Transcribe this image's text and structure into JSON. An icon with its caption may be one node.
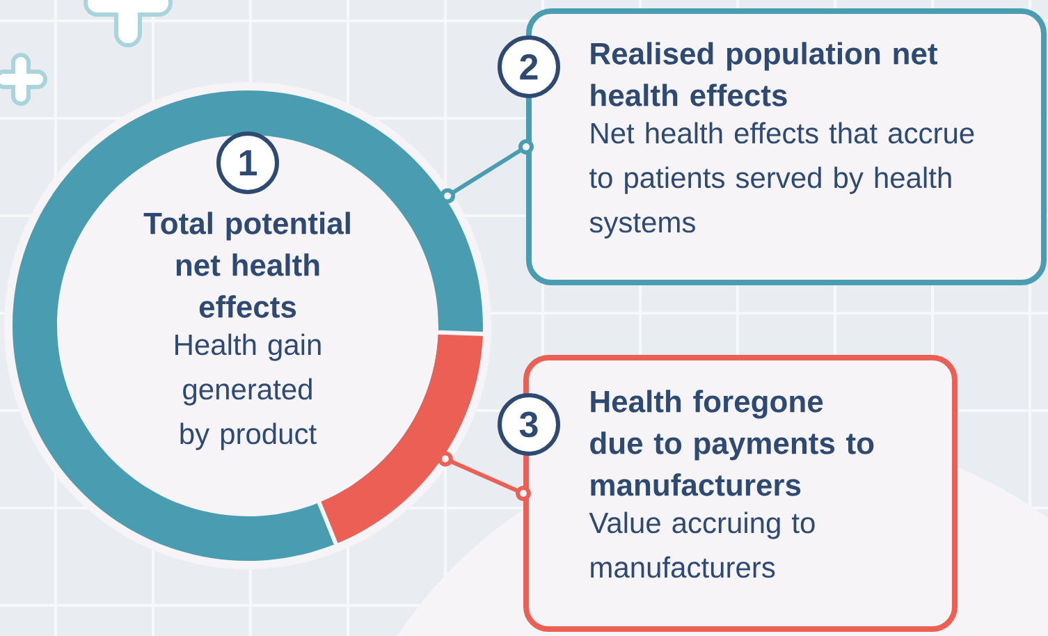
{
  "diagram": {
    "nodes": [
      {
        "text": [
          "1",
          "Total potential net health effects",
          "Health gain generated by product"
        ]
      },
      {
        "text": [
          "2",
          "Realised population net health effects",
          "Net health effects that accrue to patients served by health systems"
        ]
      },
      {
        "text": [
          "3",
          "Health foregone due to payments to manufacturers",
          "Value accruing to manufacturers"
        ]
      }
    ],
    "edges": [
      {
        "from": 0,
        "to": 1,
        "arrow": "other",
        "color": "#4a9db1"
      },
      {
        "from": 0,
        "to": 2,
        "arrow": "other",
        "color": "#ec5f55"
      }
    ]
  }
}
